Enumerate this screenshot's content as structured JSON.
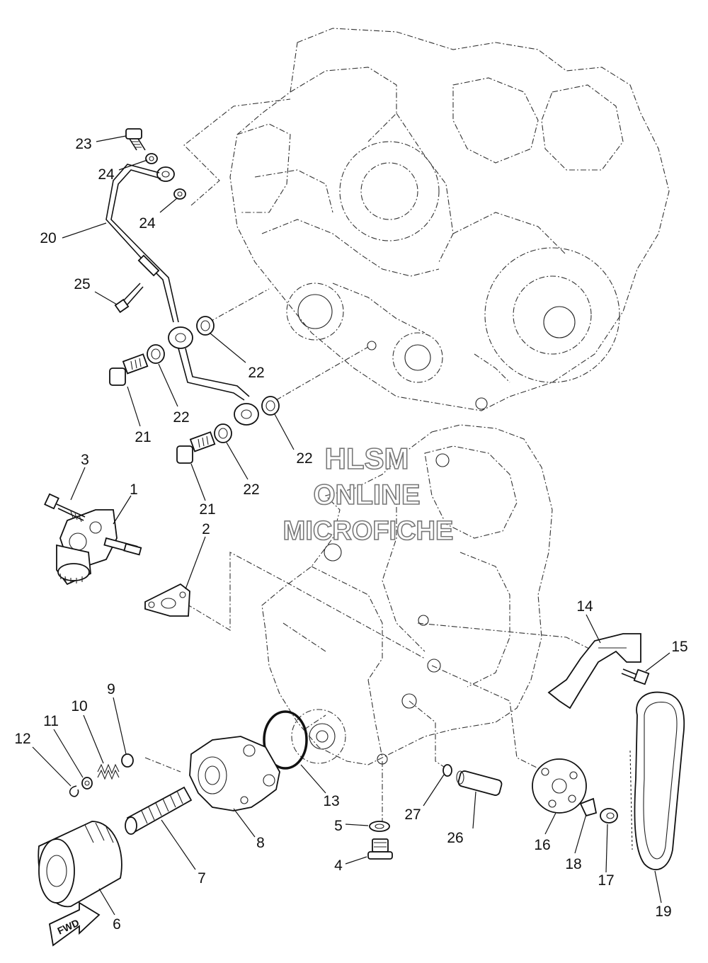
{
  "watermark": {
    "line1": "HLSM",
    "line2": "ONLINE",
    "line3": "MICROFICHE"
  },
  "fwd_label": "FWD",
  "callouts": {
    "c1": "1",
    "c2": "2",
    "c3": "3",
    "c4": "4",
    "c5": "5",
    "c6": "6",
    "c7": "7",
    "c8": "8",
    "c9": "9",
    "c10": "10",
    "c11": "11",
    "c12": "12",
    "c13": "13",
    "c14": "14",
    "c15": "15",
    "c16": "16",
    "c17": "17",
    "c18": "18",
    "c19": "19",
    "c20": "20",
    "c21a": "21",
    "c21b": "21",
    "c22a": "22",
    "c22b": "22",
    "c22c": "22",
    "c22d": "22",
    "c23": "23",
    "c24a": "24",
    "c24b": "24",
    "c25": "25",
    "c26": "26",
    "c27": "27"
  }
}
